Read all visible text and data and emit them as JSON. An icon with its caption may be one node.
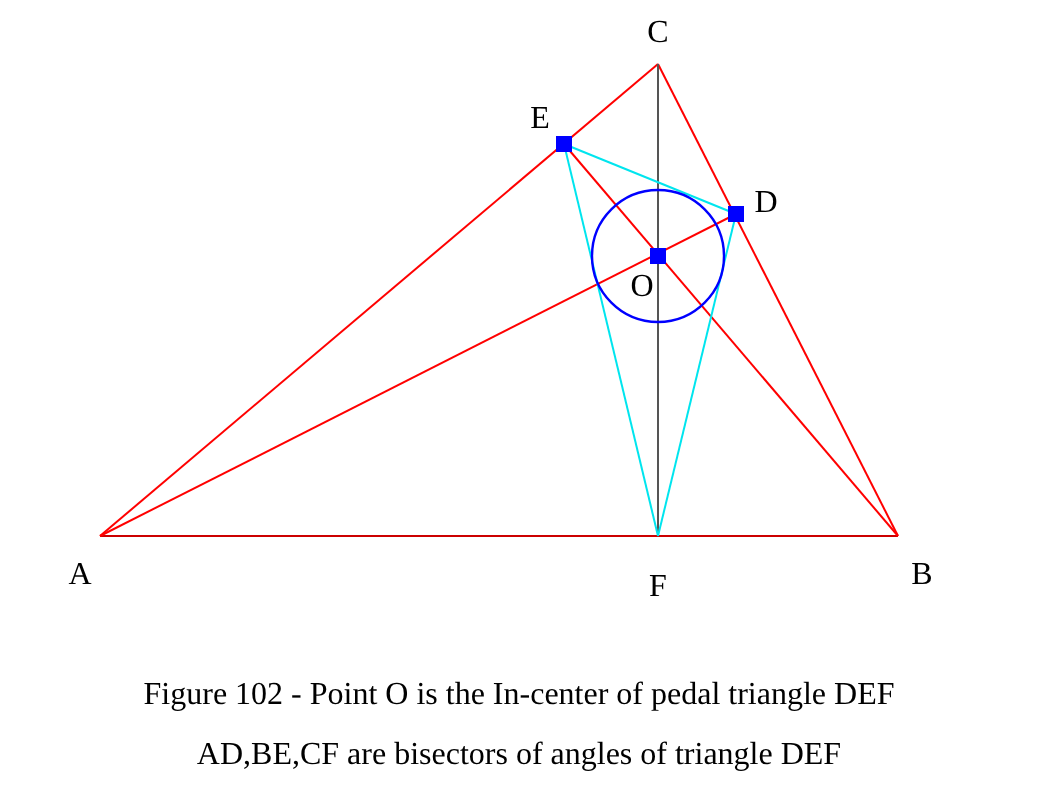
{
  "diagram": {
    "caption": "Figure 102 - Point O is the In-center of pedal triangle DEF",
    "labels": [
      "C",
      "E",
      "D",
      "O",
      "A",
      "F",
      "B",
      "AD,BE,CF are bisectors of angles of triangle DEF"
    ]
  }
}
